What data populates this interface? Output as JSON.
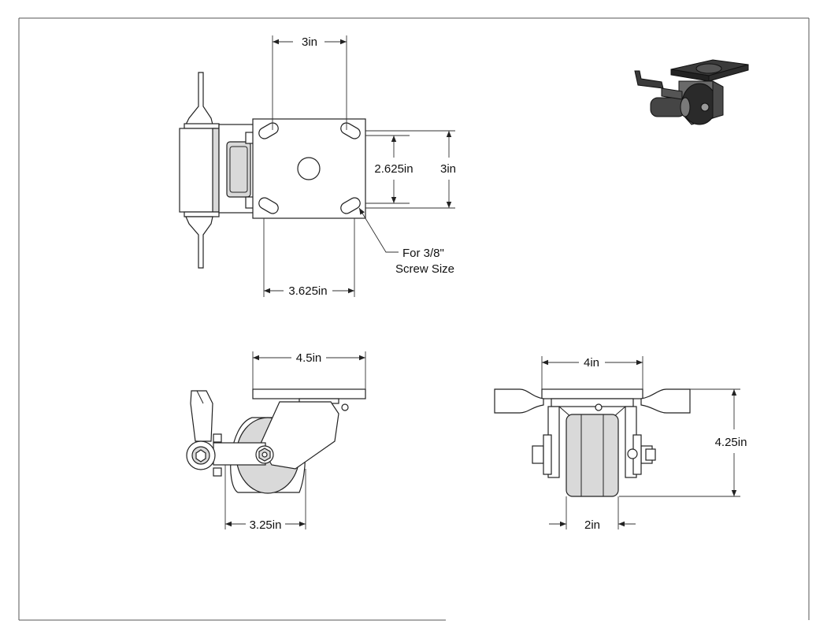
{
  "drawing": {
    "top_view": {
      "width_dim": "3in",
      "inner_height_dim": "2.625in",
      "outer_height_dim": "3in",
      "base_width_dim": "3.625in",
      "note_line1": "For 3/8\"",
      "note_line2": "Screw Size"
    },
    "side_view": {
      "plate_dim": "4.5in",
      "offset_dim": "3.25in"
    },
    "front_view": {
      "plate_dim": "4in",
      "height_dim": "4.25in",
      "wheel_dim": "2in"
    }
  }
}
